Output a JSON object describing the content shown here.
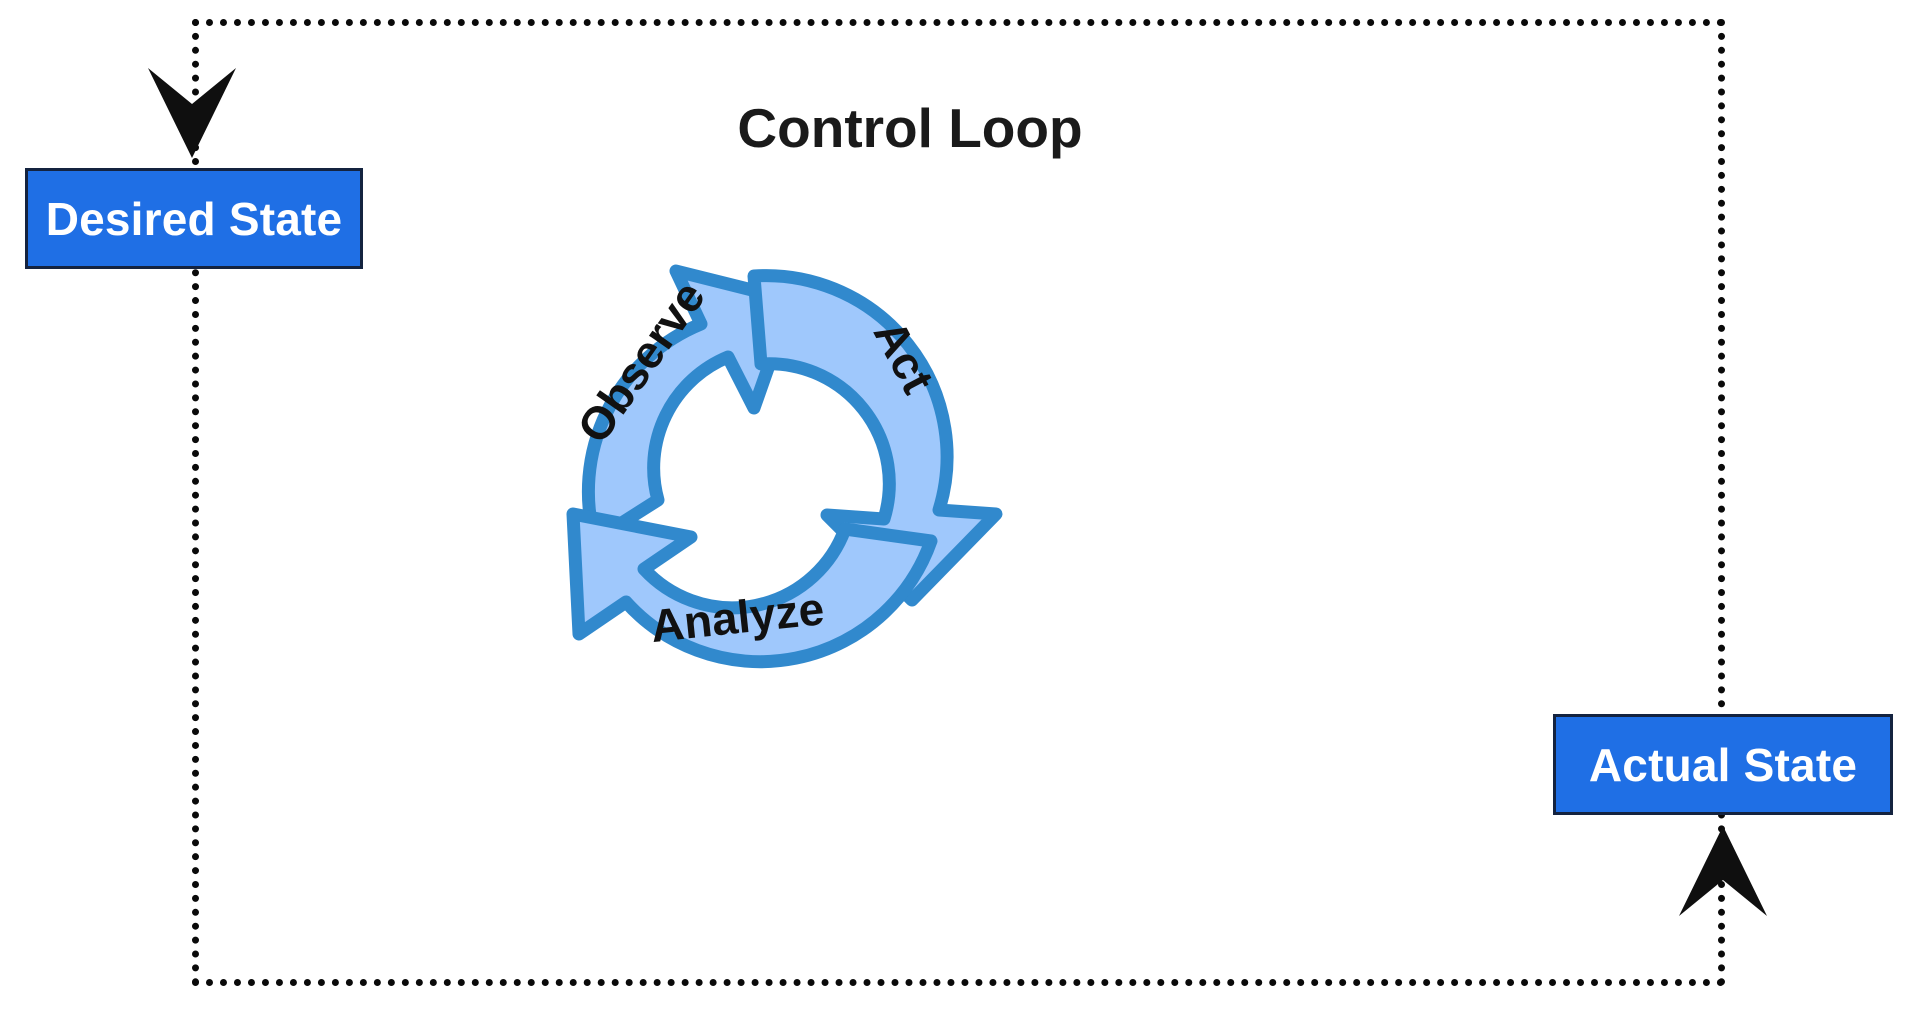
{
  "title": "Control Loop",
  "colors": {
    "box_fill": "#1f6fe5",
    "box_border": "#14233f",
    "box_text": "#ffffff",
    "arrow_fill": "#9fc8fc",
    "arrow_stroke": "#3189cd",
    "dashed_border": "#0a0a0a",
    "title_text": "#1a1a1a",
    "label_text": "#111111",
    "background": "#ffffff"
  },
  "nodes": {
    "desired_state": "Desired State",
    "actual_state": "Actual State"
  },
  "cycle": {
    "steps": [
      {
        "label": "Observe",
        "angle": -55
      },
      {
        "label": "Act",
        "angle": 62
      },
      {
        "label": "Analyze",
        "angle": -6
      }
    ]
  },
  "connectors": {
    "desired_arrow": "arrow-down-to-desired-state",
    "actual_arrow": "arrow-up-to-actual-state",
    "boundary": "dashed-feedback-boundary"
  }
}
